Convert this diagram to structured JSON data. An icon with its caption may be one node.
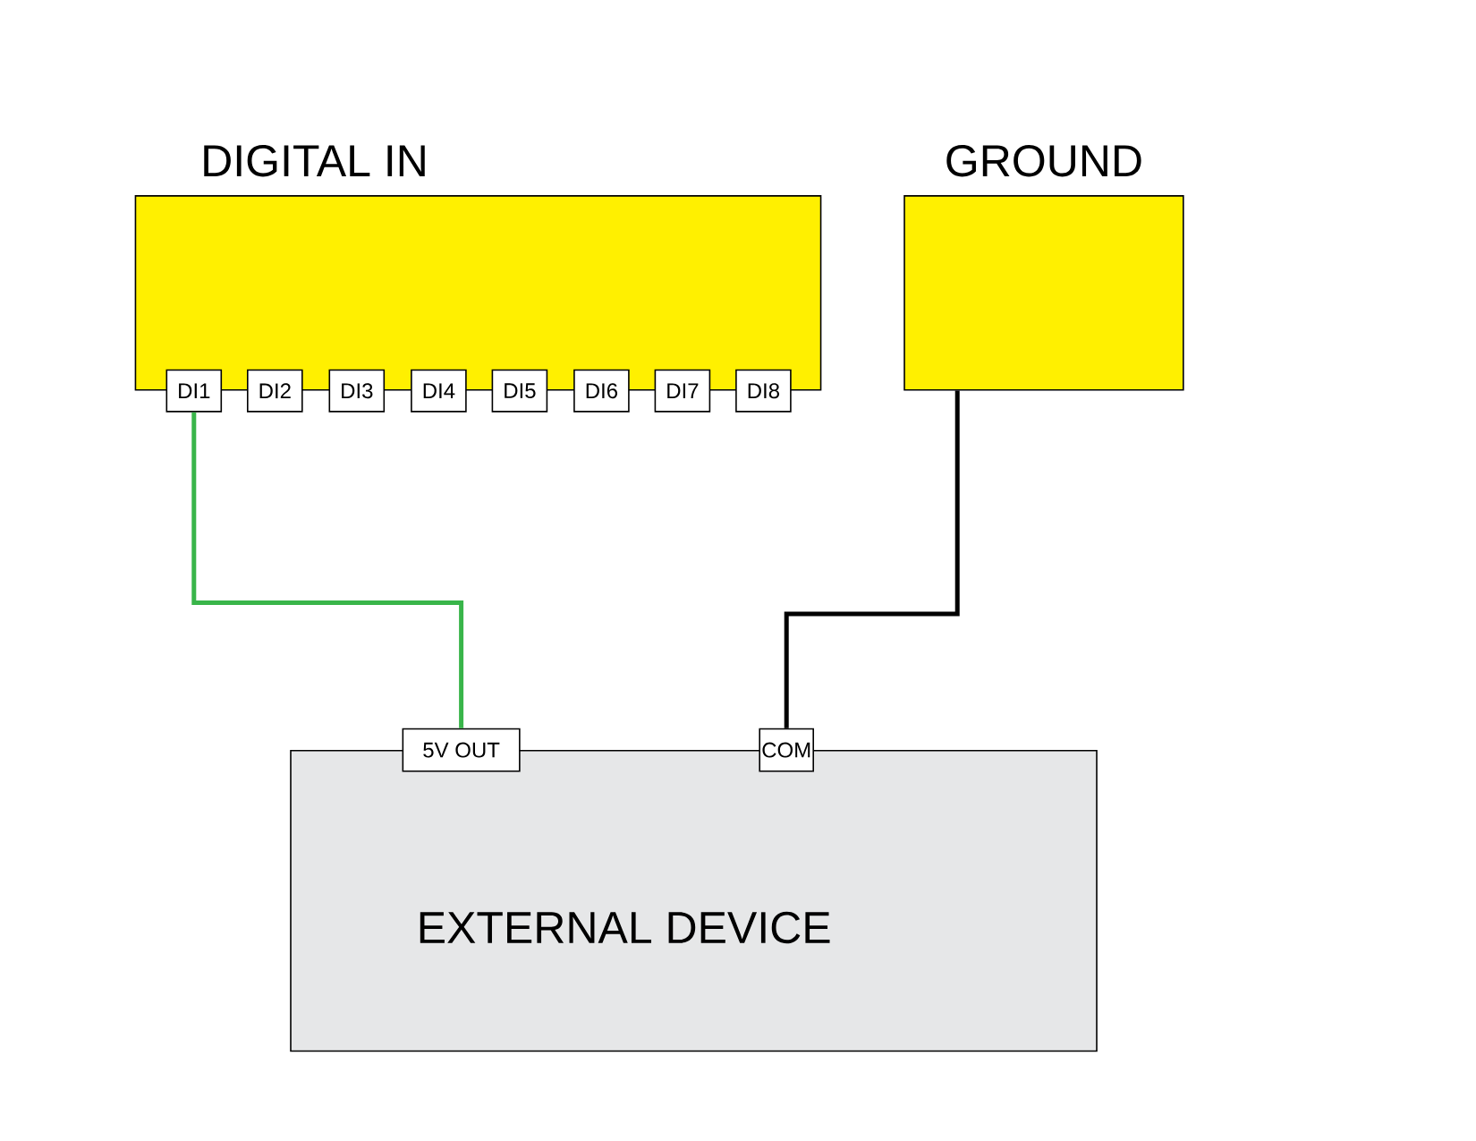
{
  "diagram": {
    "nodes": [
      {
        "text": [
          "DIGITAL IN"
        ]
      },
      {
        "text": [
          "DI1"
        ]
      },
      {
        "text": [
          "DI2"
        ]
      },
      {
        "text": [
          "DI3"
        ]
      },
      {
        "text": [
          "DI4"
        ]
      },
      {
        "text": [
          "DI5"
        ]
      },
      {
        "text": [
          "DI6"
        ]
      },
      {
        "text": [
          "DI7"
        ]
      },
      {
        "text": [
          "DI8"
        ]
      },
      {
        "text": [
          "GROUND"
        ]
      },
      {
        "text": [
          "EXTERNAL DEVICE"
        ]
      },
      {
        "text": [
          "5V OUT"
        ]
      },
      {
        "text": [
          "COM"
        ]
      }
    ],
    "edges": [
      {
        "from": 1,
        "to": 11,
        "arrow": "none",
        "color": "#39b54a"
      },
      {
        "from": 9,
        "to": 12,
        "arrow": "none",
        "color": "#000000"
      }
    ]
  }
}
